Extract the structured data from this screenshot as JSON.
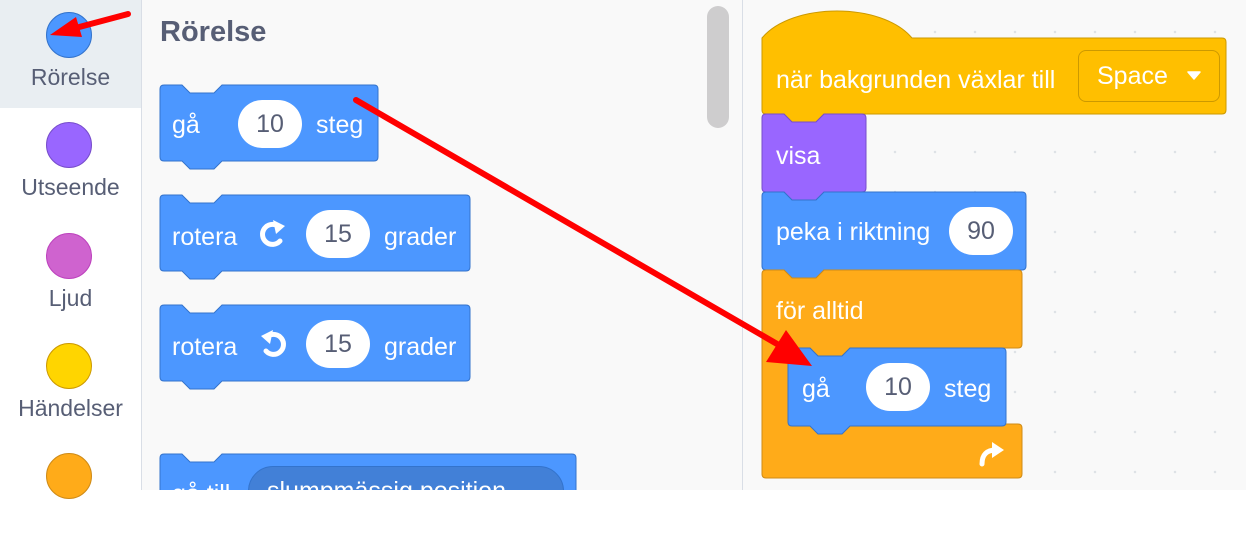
{
  "categories": [
    {
      "label": "Rörelse",
      "color": "#4c97ff",
      "border": "#3373cc",
      "selected": true
    },
    {
      "label": "Utseende",
      "color": "#9966ff",
      "border": "#774dcb",
      "selected": false
    },
    {
      "label": "Ljud",
      "color": "#cf63cf",
      "border": "#bd42bd",
      "selected": false
    },
    {
      "label": "Händelser",
      "color": "#ffd500",
      "border": "#cc9900",
      "selected": false
    },
    {
      "label": "",
      "color": "#ffab19",
      "border": "#cf8b17",
      "selected": false
    }
  ],
  "palette": {
    "title": "Rörelse",
    "blocks": [
      {
        "kind": "move",
        "text_before": "gå",
        "value": "10",
        "text_after": "steg"
      },
      {
        "kind": "turn-right",
        "text_before": "rotera",
        "value": "15",
        "text_after": "grader",
        "icon": "rotate-right-icon"
      },
      {
        "kind": "turn-left",
        "text_before": "rotera",
        "value": "15",
        "text_after": "grader",
        "icon": "rotate-left-icon"
      },
      {
        "kind": "goto",
        "text_before": "gå till",
        "value": "slumpmässig position"
      }
    ]
  },
  "script": {
    "hat": {
      "text": "när bakgrunden växlar till",
      "dropdown": "Space"
    },
    "show": {
      "text": "visa"
    },
    "point": {
      "text": "peka i riktning",
      "value": "90"
    },
    "forever": {
      "text": "för alltid",
      "icon": "loop-arrow-icon"
    },
    "move": {
      "text_before": "gå",
      "value": "10",
      "text_after": "steg"
    }
  },
  "colors": {
    "motion": "#4c97ff",
    "motion_border": "#3373cc",
    "looks": "#9966ff",
    "looks_border": "#774dcb",
    "events": "#ffbf00",
    "events_border": "#cc9900",
    "control": "#ffab19",
    "control_border": "#cf8b17",
    "arrow": "#ff0000"
  }
}
